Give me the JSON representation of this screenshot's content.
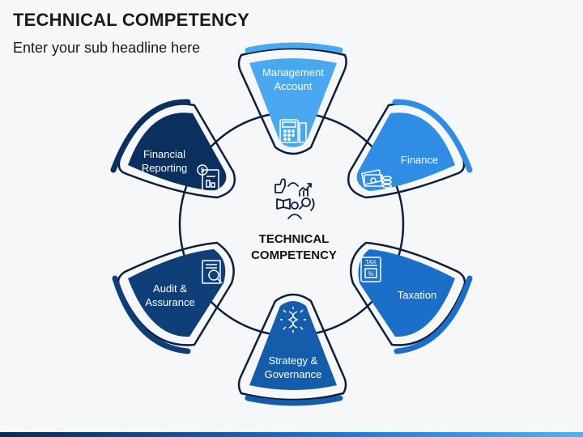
{
  "slide": {
    "title": "TECHNICAL COMPETENCY",
    "subtitle": "Enter your sub headline here"
  },
  "center": {
    "line1": "TECHNICAL",
    "line2": "COMPETENCY"
  },
  "segments": [
    {
      "line1": "Management",
      "line2": "Account",
      "color": "#4aa8f0",
      "icon": "calculator-icon"
    },
    {
      "line1": "Finance",
      "line2": "",
      "color": "#2f8de6",
      "icon": "money-icon"
    },
    {
      "line1": "Taxation",
      "line2": "",
      "color": "#1b6fc9",
      "icon": "tax-icon"
    },
    {
      "line1": "Strategy &",
      "line2": "Governance",
      "color": "#155cab",
      "icon": "strategy-icon"
    },
    {
      "line1": "Audit &",
      "line2": "Assurance",
      "color": "#0e3f78",
      "icon": "audit-icon"
    },
    {
      "line1": "Financial",
      "line2": "Reporting",
      "color": "#0b2f5e",
      "icon": "report-icon"
    }
  ]
}
